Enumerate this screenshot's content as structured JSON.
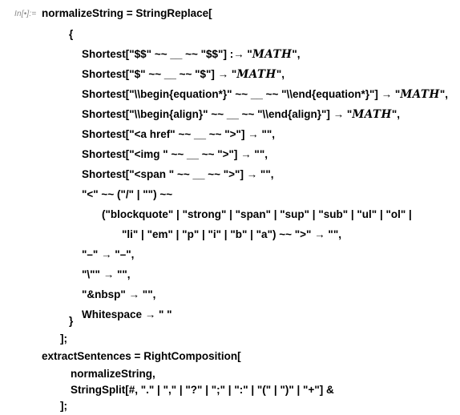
{
  "cell": {
    "in_label": "In[•]:="
  },
  "code": {
    "l01": "normalizeString = StringReplace[",
    "l02": "{",
    "l03a": "Shortest[\"$$\" ~~ __ ~~ \"$$\"] :→ \"",
    "l03m": "MATH",
    "l03b": "\",",
    "l04a": "Shortest[\"$\" ~~ __ ~~ \"$\"] → \"",
    "l04m": "MATH",
    "l04b": "\",",
    "l05a": "Shortest[\"\\\\begin{equation*}\" ~~ __ ~~ \"\\\\end{equation*}\"] → \"",
    "l05m": "MATH",
    "l05b": "\",",
    "l06a": "Shortest[\"\\\\begin{align}\" ~~ __ ~~ \"\\\\end{align}\"] → \"",
    "l06m": "MATH",
    "l06b": "\",",
    "l07": "Shortest[\"<a href\" ~~ __ ~~ \">\"] → \"\",",
    "l08": "Shortest[\"<img \" ~~ __ ~~ \">\"] → \"\",",
    "l09": "Shortest[\"<span \" ~~ __ ~~ \">\"] → \"\",",
    "l10": "\"<\" ~~ (\"/\" | \"\") ~~",
    "l11": "(\"blockquote\" | \"strong\" | \"span\" | \"sup\" | \"sub\" | \"ul\" | \"ol\" |",
    "l12": "\"li\" | \"em\" | \"p\" | \"i\" | \"b\" | \"a\") ~~ \">\" → \"\",",
    "l13": "\"–\" → \"–\",",
    "l14": "\"\\\"\" → \"\",",
    "l15": "\"&nbsp\" → \"\",",
    "l16": "Whitespace → \" \"",
    "l17": "}",
    "l18": "];",
    "l19": "extractSentences = RightComposition[",
    "l20": "normalizeString,",
    "l21": "StringSplit[#, \".\" | \",\" | \"?\" | \";\" | \":\" | \"(\" | \")\" | \"+\"] &",
    "l22": "];"
  }
}
